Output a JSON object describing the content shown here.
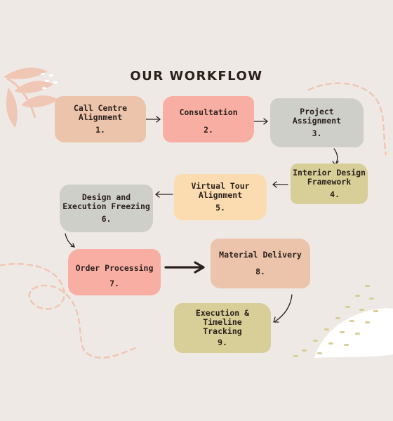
{
  "title": "OUR WORKFLOW",
  "colors": {
    "background": "#efe9e6",
    "peach": "#ecc3ab",
    "pink": "#f8aea3",
    "grey": "#cfcfca",
    "olive": "#d8cf98",
    "cream": "#fbdcb1",
    "arrow": "#2b211c",
    "deco_peach": "#efc7b4"
  },
  "steps": [
    {
      "label": "Call Centre\nAlignment",
      "number": "1."
    },
    {
      "label": "Consultation",
      "number": "2."
    },
    {
      "label": "Project\nAssignment",
      "number": "3."
    },
    {
      "label": "Interior Design\nFramework",
      "number": "4."
    },
    {
      "label": "Virtual Tour\nAlignment",
      "number": "5."
    },
    {
      "label": "Design and\nExecution Freezing",
      "number": "6."
    },
    {
      "label": "Order Processing",
      "number": "7."
    },
    {
      "label": "Material Delivery",
      "number": "8."
    },
    {
      "label": "Execution &\nTimeline\nTracking",
      "number": "9."
    }
  ]
}
